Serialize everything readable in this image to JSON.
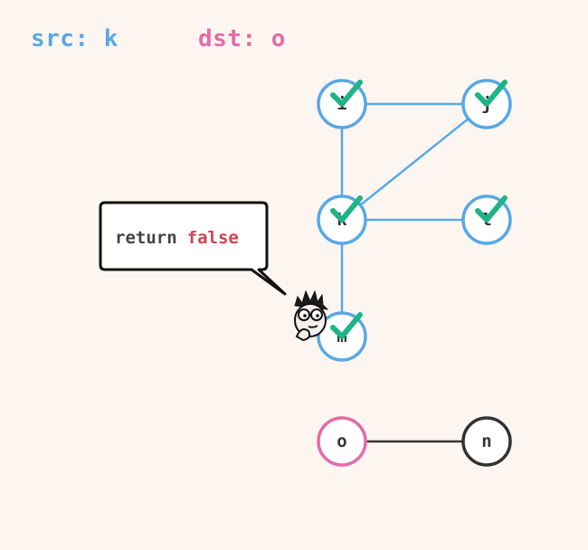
{
  "header": {
    "src_prefix": "src: ",
    "src_value": "k",
    "dst_prefix": "dst: ",
    "dst_value": "o"
  },
  "colors": {
    "src": "#58a8e6",
    "dst": "#e56aa8",
    "visited_border": "#58a8e6",
    "default_border": "#333333",
    "check": "#1fb386",
    "return_keyword": "#444444",
    "false_value": "#d0404f",
    "background": "#fdf6f0"
  },
  "graph": {
    "nodes": [
      {
        "id": "i",
        "label": "i",
        "visited": true,
        "role": "visited"
      },
      {
        "id": "j",
        "label": "j",
        "visited": true,
        "role": "visited"
      },
      {
        "id": "k",
        "label": "k",
        "visited": true,
        "role": "visited"
      },
      {
        "id": "l",
        "label": "l",
        "visited": true,
        "role": "visited"
      },
      {
        "id": "m",
        "label": "m",
        "visited": true,
        "role": "visited"
      },
      {
        "id": "o",
        "label": "o",
        "visited": false,
        "role": "destination"
      },
      {
        "id": "n",
        "label": "n",
        "visited": false,
        "role": "unvisited"
      }
    ],
    "edges": [
      {
        "from": "i",
        "to": "j"
      },
      {
        "from": "i",
        "to": "k"
      },
      {
        "from": "j",
        "to": "k"
      },
      {
        "from": "k",
        "to": "l"
      },
      {
        "from": "k",
        "to": "m"
      },
      {
        "from": "o",
        "to": "n"
      }
    ]
  },
  "speech_bubble": {
    "keyword": "return",
    "value": "false"
  },
  "mascot": {
    "icon": "thinking-face-with-glasses-icon"
  },
  "check_icon": "checkmark-icon"
}
